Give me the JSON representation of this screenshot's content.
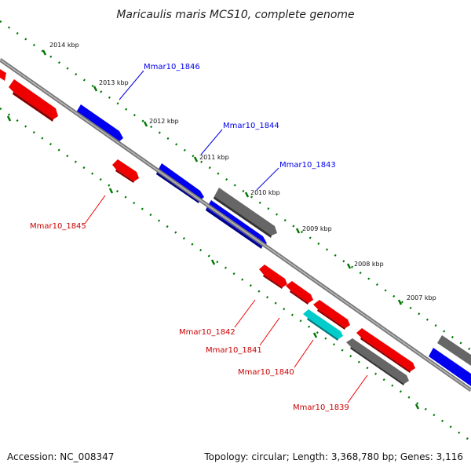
{
  "title": "Maricaulis maris MCS10, complete genome",
  "footer": {
    "accession": "Accession: NC_008347",
    "topology": "Topology: circular; Length: 3,368,780 bp; Genes: 3,116"
  },
  "ticks": [
    "2014 kbp",
    "2013 kbp",
    "2012 kbp",
    "2011 kbp",
    "2010 kbp",
    "2009 kbp",
    "2008 kbp",
    "2007 kbp"
  ],
  "genes": {
    "mmar10_1846": "Mmar10_1846",
    "mmar10_1844": "Mmar10_1844",
    "mmar10_1843": "Mmar10_1843",
    "mmar10_1845": "Mmar10_1845",
    "mmar10_1842": "Mmar10_1842",
    "mmar10_1841": "Mmar10_1841",
    "mmar10_1840": "Mmar10_1840",
    "mmar10_1839": "Mmar10_1839"
  },
  "colors": {
    "forward": "#0000ee",
    "reverse": "#ee0000",
    "other": "#666666",
    "rna": "#00cccc",
    "ticks": "#007700",
    "backbone": "#777777"
  }
}
